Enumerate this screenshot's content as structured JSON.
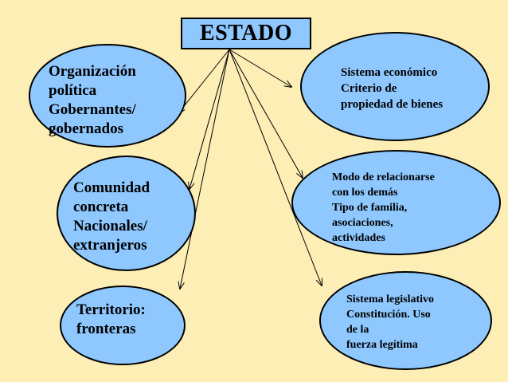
{
  "title": "ESTADO",
  "nodes": {
    "organizacion": {
      "lines": [
        "Organización",
        "política",
        "Gobernantes/",
        "gobernados"
      ]
    },
    "comunidad": {
      "lines": [
        "Comunidad",
        "concreta",
        "Nacionales/",
        "extranjeros"
      ]
    },
    "territorio": {
      "lines": [
        "Territorio:",
        "fronteras"
      ]
    },
    "economico": {
      "lines": [
        "Sistema económico",
        "Criterio de",
        "propiedad de bienes"
      ]
    },
    "relacion": {
      "lines": [
        "Modo de relacionarse",
        "con los demás",
        "Tipo de familia,",
        "asociaciones,",
        "actividades"
      ]
    },
    "legislativo": {
      "lines": [
        "Sistema legislativo",
        "Constitución. Uso",
        "de la",
        "fuerza legítima"
      ]
    }
  },
  "colors": {
    "background": "#fdeeb5",
    "node_fill": "#8ec8ff",
    "stroke": "#000000"
  }
}
